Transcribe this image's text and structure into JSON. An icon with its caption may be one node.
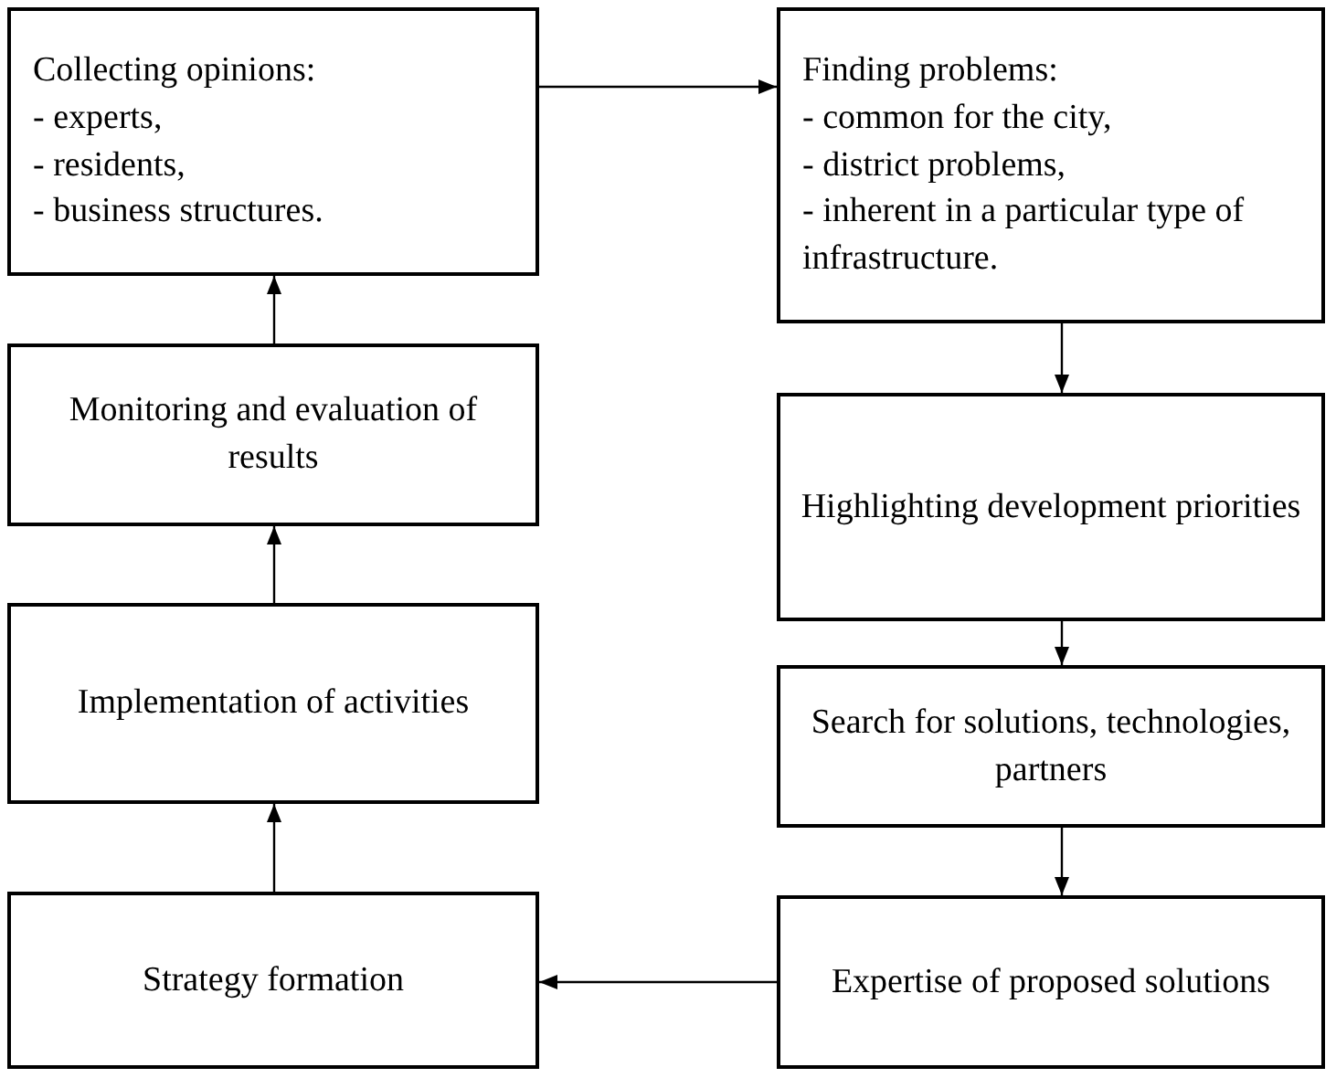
{
  "diagram": {
    "nodes": [
      {
        "text": [
          "Collecting opinions:",
          "- experts,",
          "- residents,",
          "- business structures."
        ]
      },
      {
        "text": [
          "Finding problems:",
          "- common for the city,",
          "- district problems,",
          "- inherent in a particular type of infrastructure."
        ]
      },
      {
        "text": [
          "Highlighting development priorities"
        ]
      },
      {
        "text": [
          "Search for solutions, technologies, partners"
        ]
      },
      {
        "text": [
          "Expertise of proposed solutions"
        ]
      },
      {
        "text": [
          "Strategy formation"
        ]
      },
      {
        "text": [
          "Implementation of activities"
        ]
      },
      {
        "text": [
          "Monitoring and evaluation of results"
        ]
      }
    ],
    "edges": [
      {
        "from": 0,
        "to": 1,
        "arrow": "to"
      },
      {
        "from": 1,
        "to": 2,
        "arrow": "to"
      },
      {
        "from": 2,
        "to": 3,
        "arrow": "to"
      },
      {
        "from": 3,
        "to": 4,
        "arrow": "to"
      },
      {
        "from": 4,
        "to": 5,
        "arrow": "to"
      },
      {
        "from": 5,
        "to": 6,
        "arrow": "to"
      },
      {
        "from": 6,
        "to": 7,
        "arrow": "to"
      },
      {
        "from": 7,
        "to": 0,
        "arrow": "to"
      }
    ]
  }
}
